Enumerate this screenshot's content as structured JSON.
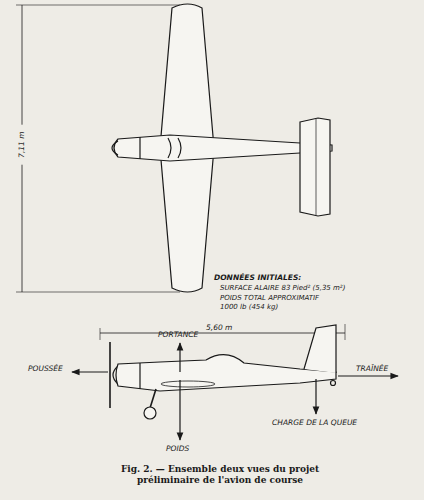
{
  "diagram": {
    "caption": "Fig. 2. — Ensemble deux vues du projet préliminaire de l'avion de course",
    "labels": [
      "7,11 m",
      "DONNÉES INITIALES:",
      "SURFACE ALAIRE 83 Pied² (5,35 m²)",
      "POIDS TOTAL APPROXIMATIF 1000 lb (454 kg)",
      "5,60 m",
      "PORTANCE",
      "POUSSÉE",
      "TRAÎNÉE",
      "POIDS",
      "CHARGE DE LA QUEUE"
    ]
  }
}
